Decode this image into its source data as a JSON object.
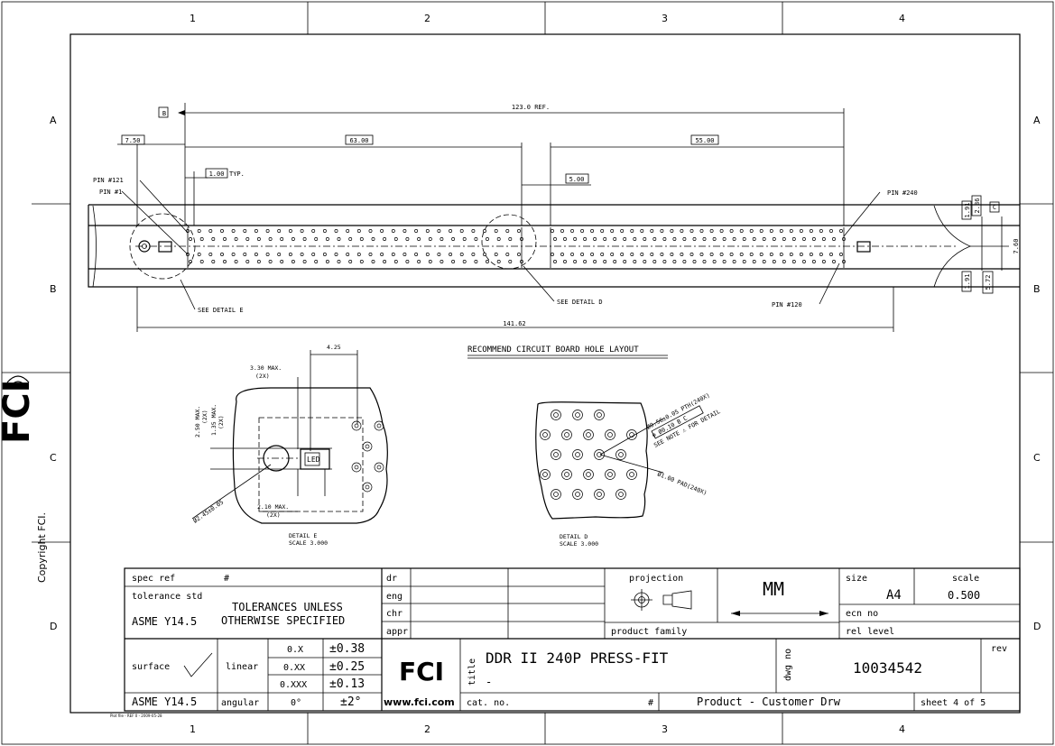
{
  "border": {
    "columns": [
      "1",
      "2",
      "3",
      "4"
    ],
    "rows": [
      "A",
      "B",
      "C",
      "D"
    ]
  },
  "dims": {
    "ref_123": "123.0 REF.",
    "d750": "7.50",
    "d6300": "63.00",
    "d5500": "55.00",
    "d100": "1.00",
    "typ": "TYP.",
    "d500": "5.00",
    "d191a": "1.91",
    "d286": "2.86",
    "d760": "7.60",
    "d191b": "1.91",
    "d572": "5.72",
    "d14162": "141.62",
    "datumB": "B",
    "datumC": "C"
  },
  "pins": {
    "pin121": "PIN #121",
    "pin1": "PIN #1",
    "pin240": "PIN #240",
    "pin120": "PIN #120"
  },
  "callouts": {
    "see_e": "SEE DETAIL  E",
    "see_d": "SEE DETAIL  D",
    "layout_title": "RECOMMEND CIRCUIT BOARD HOLE LAYOUT"
  },
  "detail_e": {
    "d425": "4.25",
    "d330": "3.30 MAX.",
    "x2a": "(2X)",
    "d250": "2.50 MAX.",
    "x2b": "(2X)",
    "d135": "1.35 MAX.",
    "x2c": "(2X)",
    "d210": "2.10 MAX.",
    "x2d": "(2X)",
    "dia": "Ø2.45±0.05",
    "led": "LED",
    "label": "DETAIL  E",
    "scale": "SCALE  3.000"
  },
  "detail_d": {
    "pth": "Ø0.56±0.05 PTH(240X)",
    "frame": "⊕ Ø0.10 B C",
    "note": "SEE NOTE ⚠ FOR DETAIL",
    "pad": "Ø1.00 PAD(240X)",
    "label": "DETAIL  D",
    "scale": "SCALE  3.000"
  },
  "title_block": {
    "spec_ref_label": "spec ref",
    "spec_ref_value": "#",
    "tolerance_std_label": "tolerance std",
    "asme1": "ASME Y14.5",
    "tol_line1": "TOLERANCES UNLESS",
    "tol_line2": "OTHERWISE SPECIFIED",
    "dr": "dr",
    "eng": "eng",
    "chr": "chr",
    "appr": "appr",
    "projection": "projection",
    "units": "MM",
    "size_label": "size",
    "size_value": "A4",
    "scale_label": "scale",
    "scale_value": "0.500",
    "ecn_label": "ecn no",
    "rel_label": "rel level",
    "product_family": "product family",
    "surface": "surface",
    "linear": "linear",
    "angular": "angular",
    "asme2": "ASME Y14.5",
    "x1": "0.X",
    "x1v": "±0.38",
    "x2": "0.XX",
    "x2v": "±0.25",
    "x3": "0.XXX",
    "x3v": "±0.13",
    "ang": "0°",
    "angv": "±2°",
    "website": "www.fci.com",
    "logo": "FCI",
    "title_label": "title",
    "title1": "DDR II 240P PRESS-FIT",
    "title2": "-",
    "dwg_label": "dwg no",
    "dwg_no": "10034542",
    "rev_label": "rev",
    "cat_label": "cat. no.",
    "cat_value": "#",
    "product_type": "Product - Customer Drw",
    "sheet": "sheet 4 of 5"
  },
  "margin": {
    "copyright": "Copyright FCI.",
    "logo": "FCI",
    "plot": "Plot file - REF 0 - 2009-05-28"
  },
  "colors": {
    "ink": "#000000",
    "paper": "#ffffff"
  }
}
